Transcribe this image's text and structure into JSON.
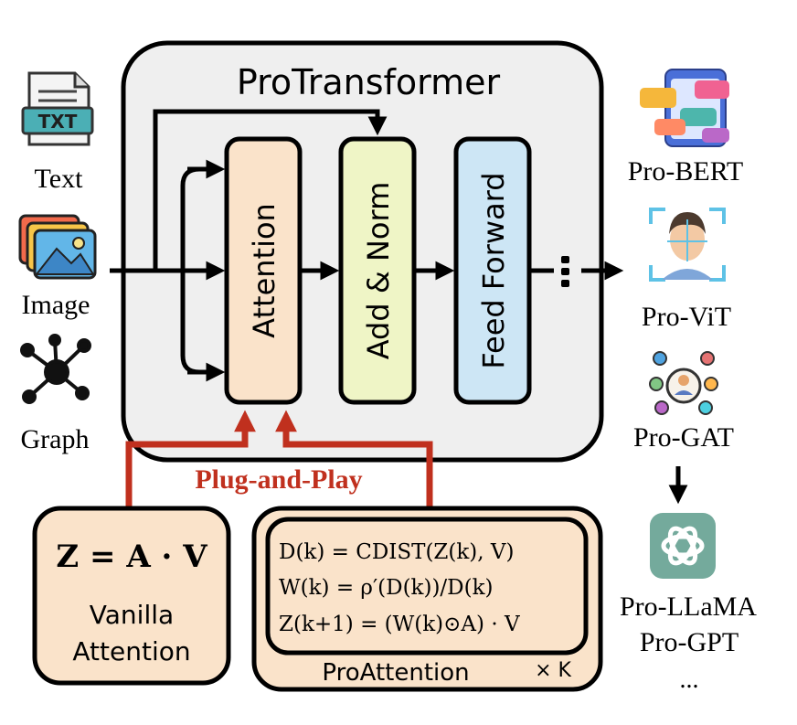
{
  "title": "ProTransformer",
  "blocks": {
    "attention": "Attention",
    "add_norm": "Add & Norm",
    "feed_forward": "Feed Forward"
  },
  "inputs": [
    {
      "label": "Text",
      "icon": "txt-file-icon",
      "icon_text": "TXT"
    },
    {
      "label": "Image",
      "icon": "image-gallery-icon"
    },
    {
      "label": "Graph",
      "icon": "graph-network-icon"
    }
  ],
  "outputs": [
    {
      "label": "Pro-BERT",
      "icon": "chat-phone-icon"
    },
    {
      "label": "Pro-ViT",
      "icon": "face-scan-icon"
    },
    {
      "label": "Pro-GAT",
      "icon": "people-network-icon"
    },
    {
      "label": "Pro-LLaMA",
      "icon": "openai-logo-icon"
    },
    {
      "label": "Pro-GPT"
    },
    {
      "label": "..."
    }
  ],
  "plug_and_play": "Plug-and-Play",
  "vanilla": {
    "formula": "Z = A · V",
    "label_line1": "Vanilla",
    "label_line2": "Attention"
  },
  "proattention": {
    "eq1": "D(k) = CDIST(Z(k), V)",
    "eq2": "W(k) = ρ′(D(k))/D(k)",
    "eq3": "Z(k+1) = (W(k)⊙A) · V",
    "label": "ProAttention",
    "repeat": "× K"
  },
  "colors": {
    "attention_fill": "#FAE3CA",
    "add_norm_fill": "#EFF5C6",
    "feed_forward_fill": "#CDE6F5",
    "panel_fill": "#EFEFEF",
    "plug_arrow": "#C0301E",
    "vanilla_fill": "#FAE3CA",
    "proattention_fill": "#FAE3CA"
  }
}
